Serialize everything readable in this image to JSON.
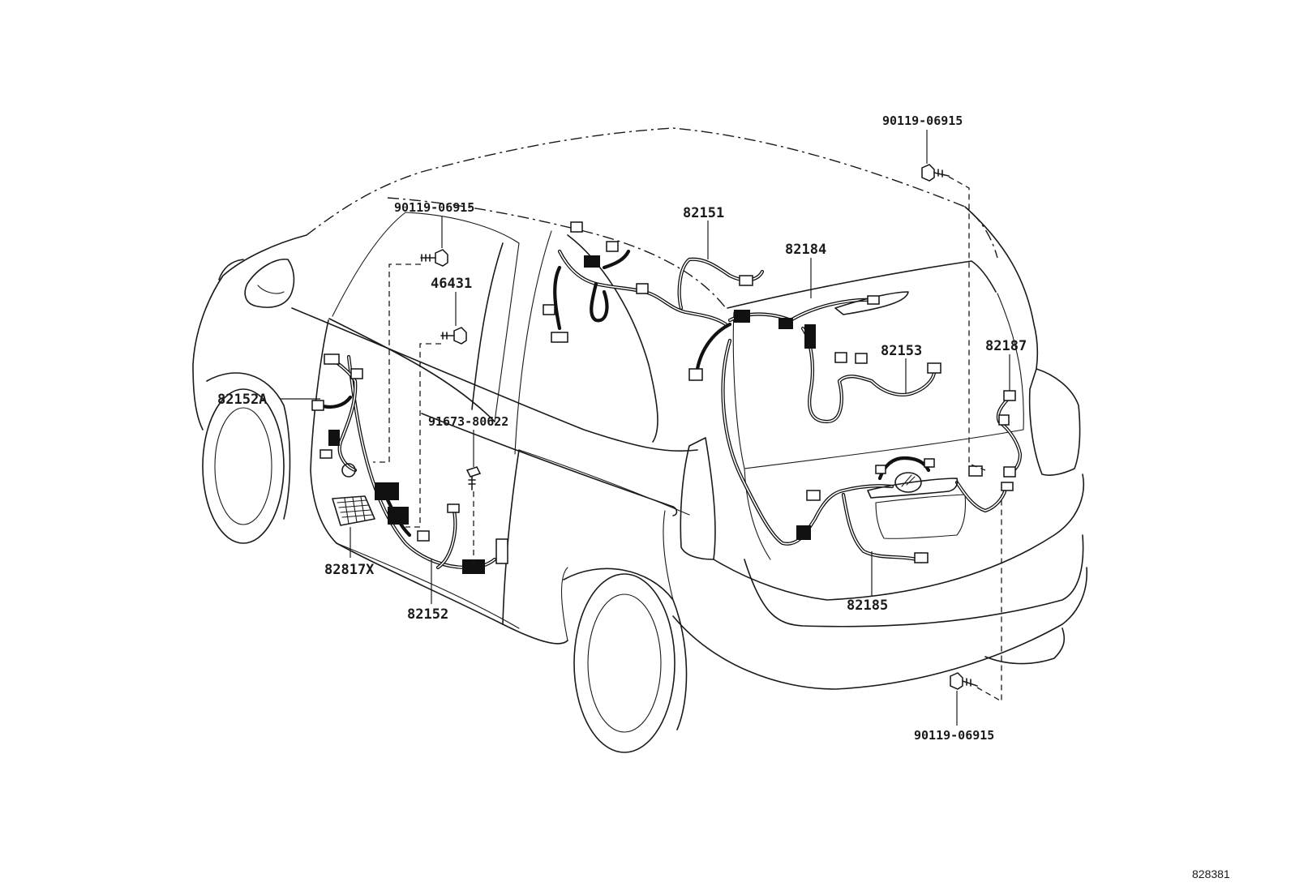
{
  "labels": {
    "p90119_top_right": "90119-06915",
    "p90119_top_left": "90119-06915",
    "p90119_bottom": "90119-06915",
    "p82151": "82151",
    "p82184": "82184",
    "p46431": "46431",
    "p82153": "82153",
    "p82187": "82187",
    "p82152A": "82152A",
    "p91673": "91673-80622",
    "p82817X": "82817X",
    "p82152": "82152",
    "p82185": "82185"
  },
  "figure_number": "828381"
}
